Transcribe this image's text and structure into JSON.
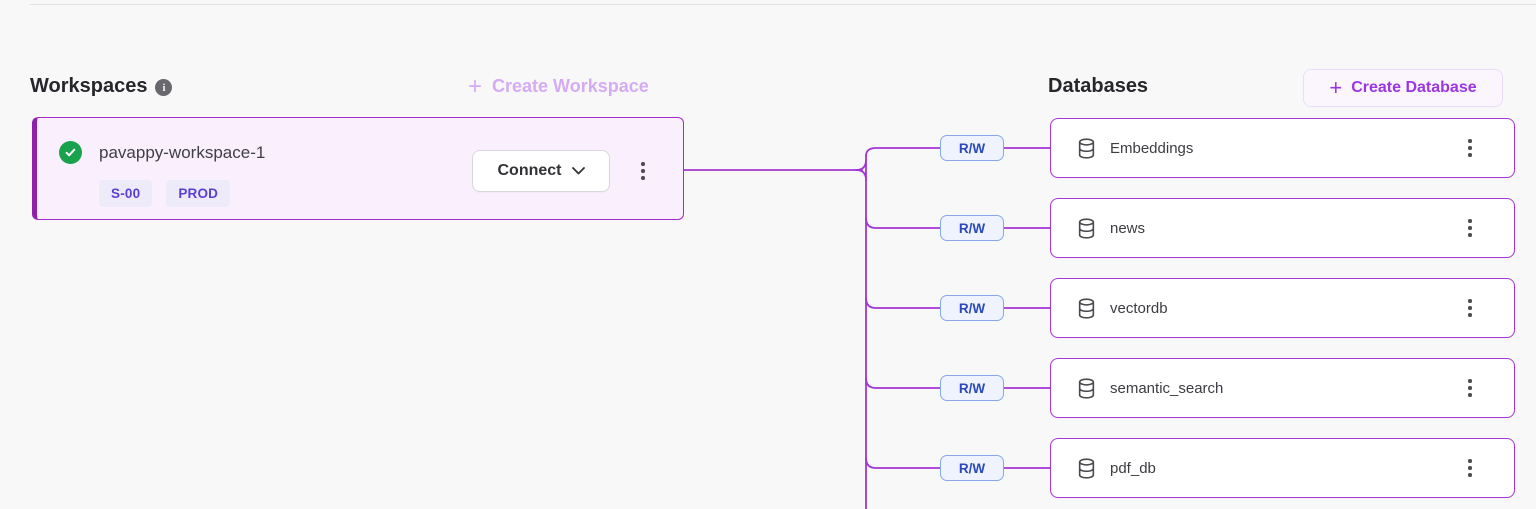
{
  "workspaces_panel": {
    "title": "Workspaces",
    "create_button": {
      "plus": "+",
      "label": "Create Workspace"
    },
    "workspace": {
      "name": "pavappy-workspace-1",
      "status": "healthy",
      "badges": [
        "S-00",
        "PROD"
      ],
      "connect_label": "Connect"
    }
  },
  "databases_panel": {
    "title": "Databases",
    "create_button": {
      "plus": "+",
      "label": "Create Database"
    },
    "databases": [
      {
        "name": "Embeddings",
        "access": "R/W"
      },
      {
        "name": "news",
        "access": "R/W"
      },
      {
        "name": "vectordb",
        "access": "R/W"
      },
      {
        "name": "semantic_search",
        "access": "R/W"
      },
      {
        "name": "pdf_db",
        "access": "R/W"
      }
    ]
  },
  "icons": {
    "workspace_status": "check-circle-icon",
    "workspaces_info": "info-icon",
    "database": "database-cylinder-icon",
    "menu": "kebab-menu-icon",
    "connect": "chevron-down-icon"
  },
  "colors": {
    "page_background": "#f8f8f9",
    "connector_purple": "#a235d6",
    "workspace_card_bg": "#faeffc",
    "workspace_border": "#a62bca",
    "workspace_accent_bar": "#8f21ad",
    "status_green": "#17a24b",
    "env_badge_bg": "#edeafa",
    "env_badge_text": "#5b3fd4",
    "rw_badge_bg": "#eef3fe",
    "rw_badge_border": "#87a7ea",
    "rw_badge_text": "#2b48c0",
    "create_db_text": "#9c36e3",
    "create_ws_text_disabled": "#d5abf4",
    "db_card_border": "#a836d9"
  }
}
